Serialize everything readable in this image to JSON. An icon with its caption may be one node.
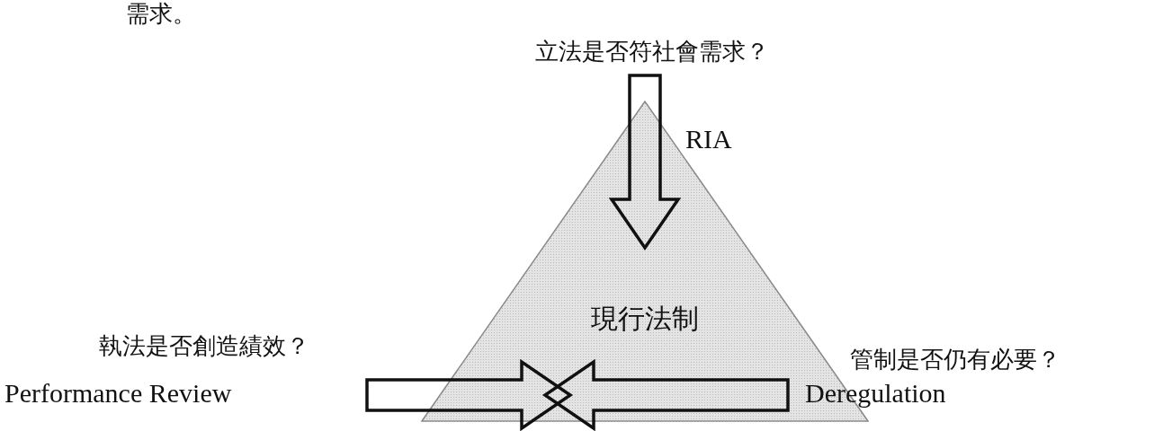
{
  "diagram": {
    "nodes": [
      {
        "text": [
          "現行法制"
        ]
      },
      {
        "text": [
          "立法是否符社會需求？"
        ]
      },
      {
        "text": [
          "執法是否創造績效？",
          "Performance Review"
        ]
      },
      {
        "text": [
          "管制是否仍有必要？",
          "Deregulation"
        ]
      }
    ],
    "edges": [
      {
        "from": 1,
        "to": 0,
        "arrow": "to"
      },
      {
        "from": 2,
        "to": 0,
        "arrow": "to"
      },
      {
        "from": 3,
        "to": 0,
        "arrow": "to"
      }
    ],
    "labels": [
      "需求。",
      "RIA"
    ]
  }
}
